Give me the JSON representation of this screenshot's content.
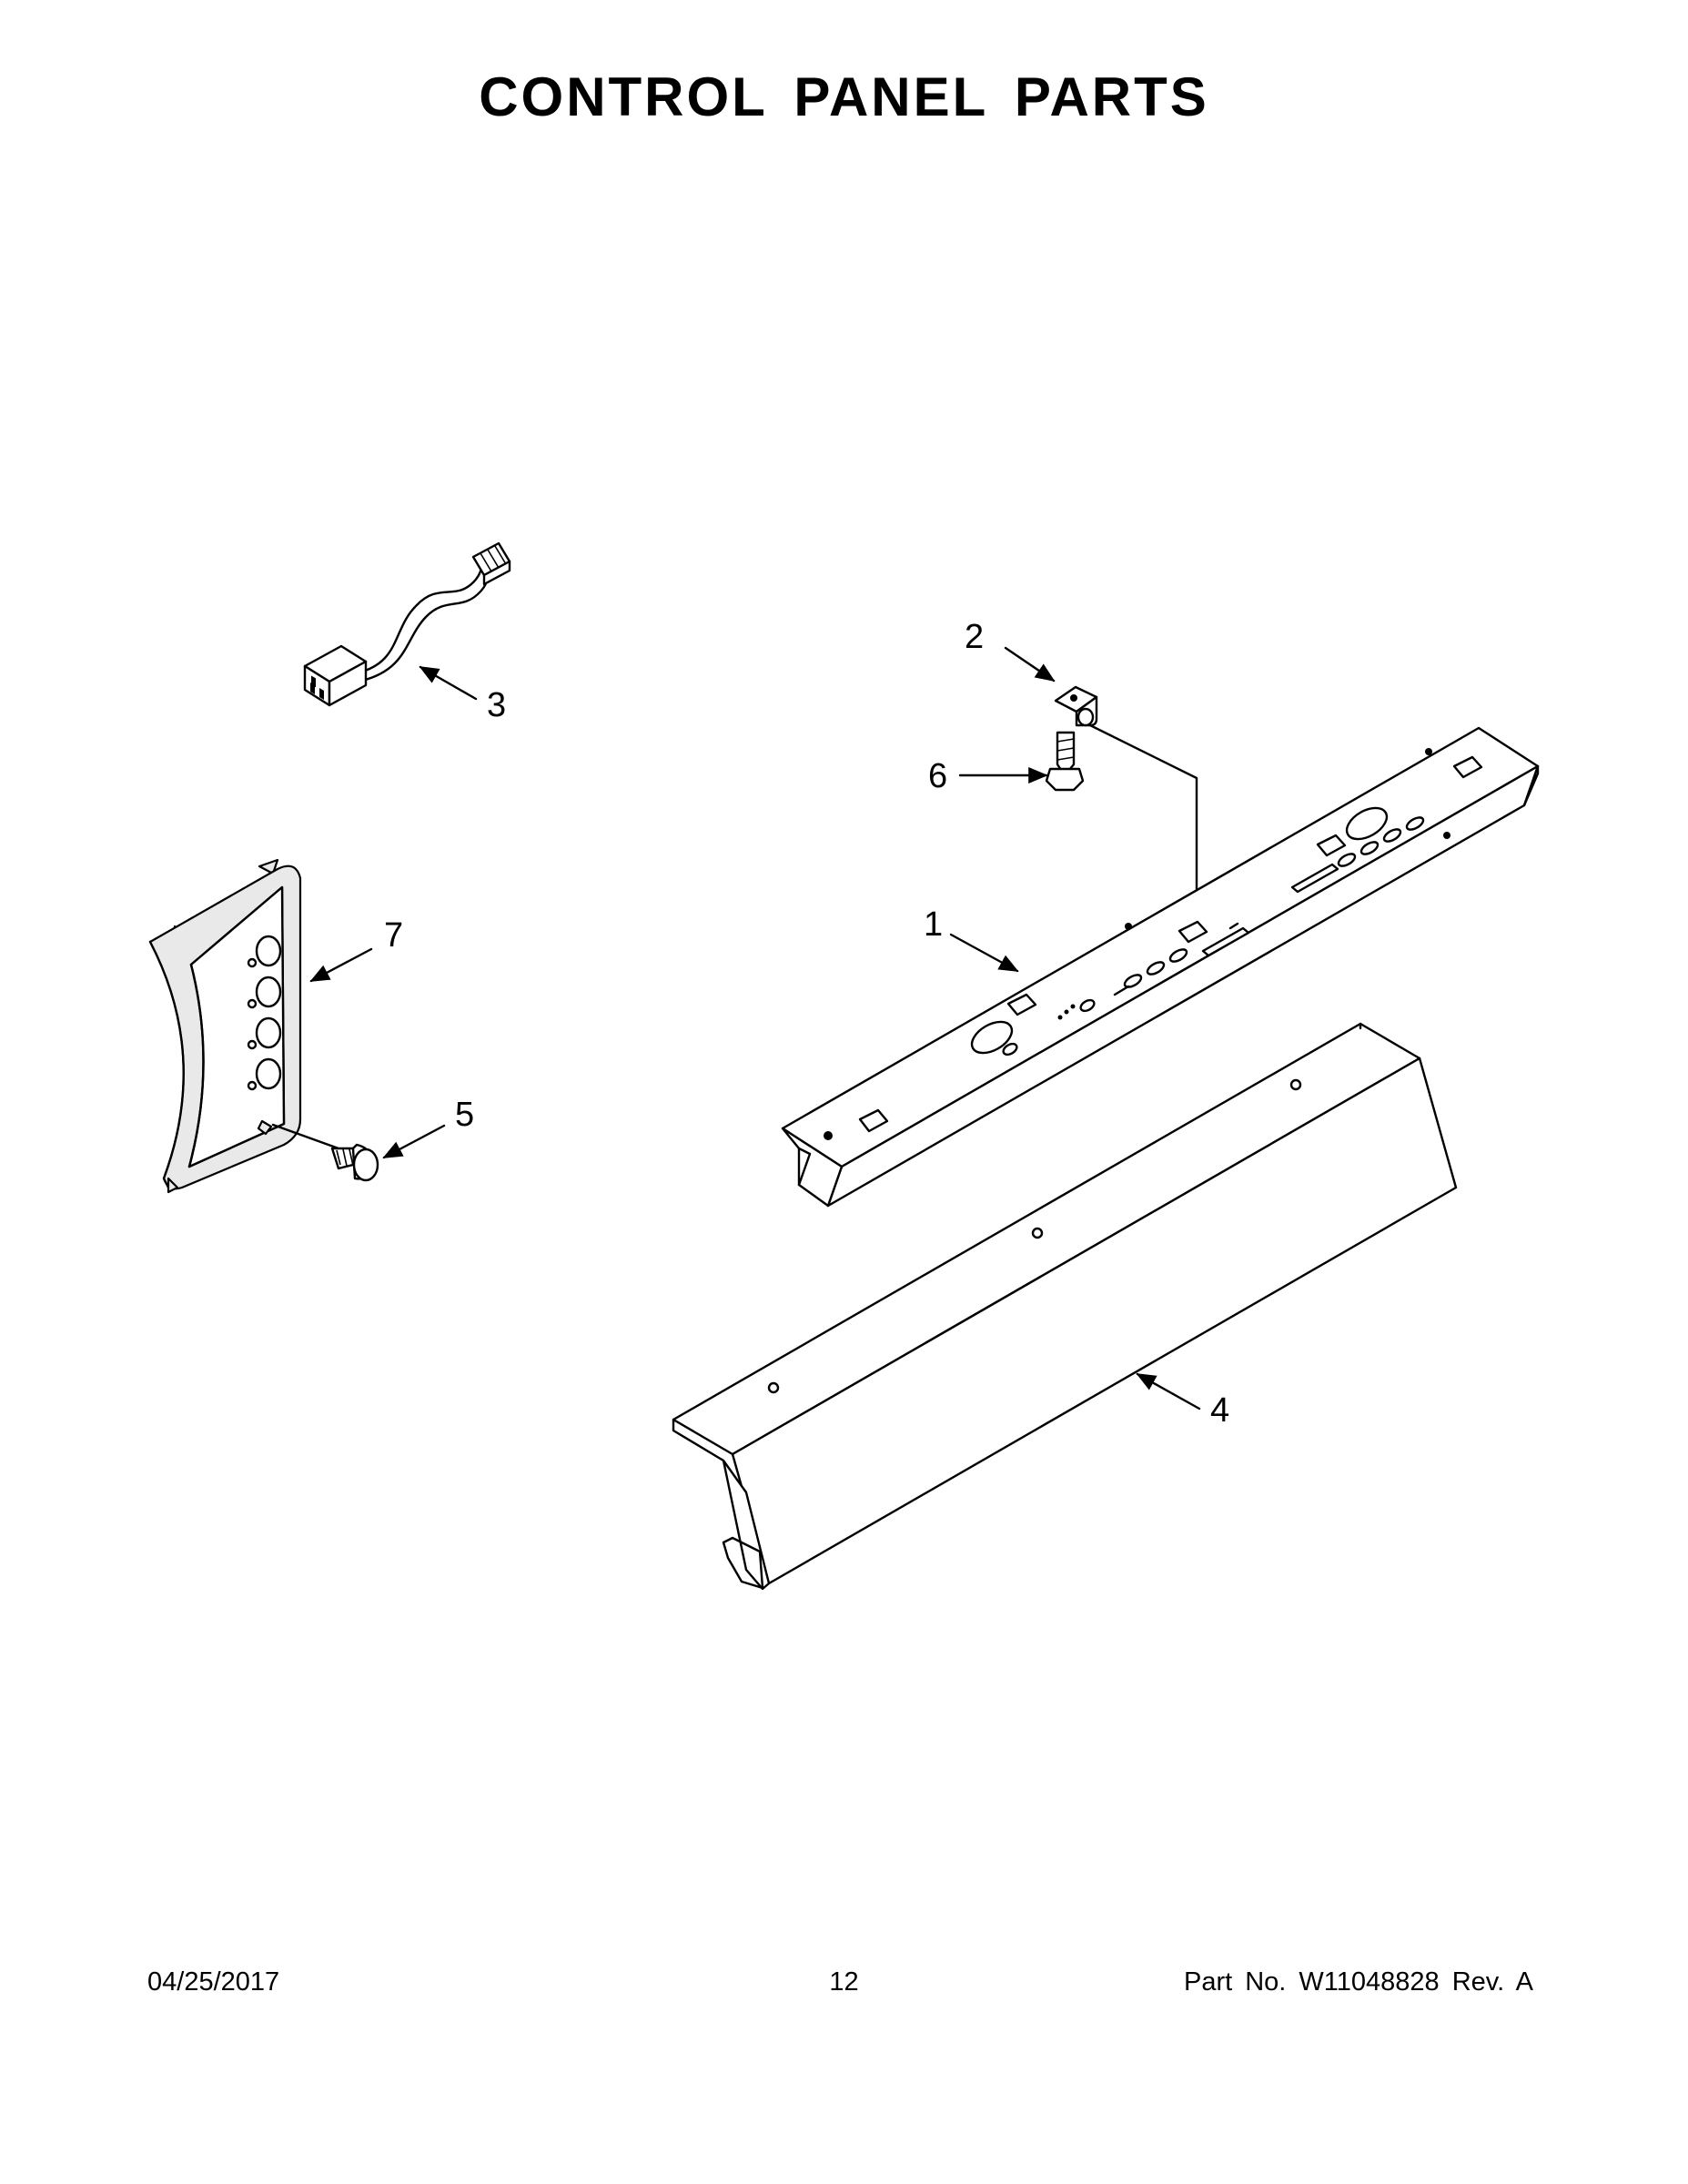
{
  "page": {
    "title": "CONTROL PANEL PARTS"
  },
  "callouts": {
    "c1": "1",
    "c2": "2",
    "c3": "3",
    "c4": "4",
    "c5": "5",
    "c6": "6",
    "c7": "7"
  },
  "footer": {
    "date": "04/25/2017",
    "page_number": "12",
    "part_number": "Part No.  W11048828  Rev.  A"
  }
}
